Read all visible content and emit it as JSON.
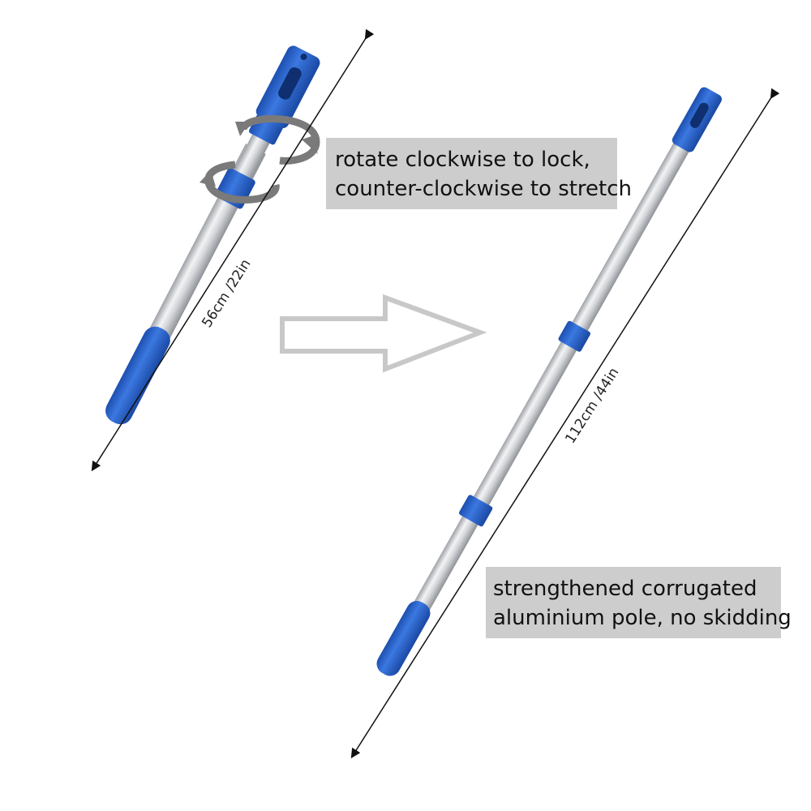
{
  "callouts": {
    "rotate": {
      "line1": "rotate clockwise to lock,",
      "line2": "counter-clockwise to stretch"
    },
    "material": {
      "line1": "strengthened corrugated",
      "line2": "aluminium pole, no skidding"
    }
  },
  "dimensions": {
    "collapsed": "56cm /22in",
    "extended": "112cm /44in"
  },
  "colors": {
    "accent_blue": "#2a63c9",
    "aluminium": "#c7c9cc",
    "callout_bg": "#cdcdcd",
    "rotate_arrow": "#7a7a7a",
    "big_arrow_outline": "#c8c8c8"
  }
}
